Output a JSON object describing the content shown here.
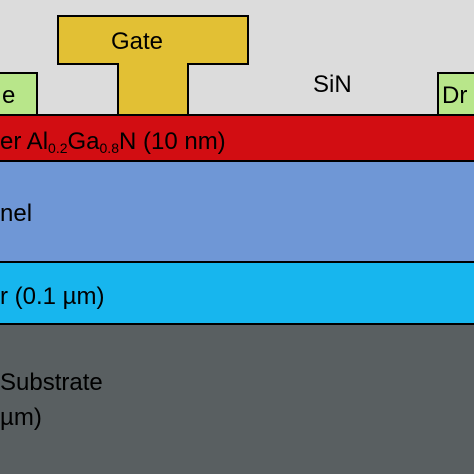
{
  "colors": {
    "passivation": "#dcdcdc",
    "gate": "#e2c034",
    "contacts": "#b8e68a",
    "barrier": "#d20d12",
    "channel": "#6f97d6",
    "buffer": "#17b6ee",
    "substrate": "#595f61"
  },
  "labels": {
    "gate": "Gate",
    "passivation": "SiN",
    "source": "e",
    "drain": "Dr",
    "barrier_prefix": "er Al",
    "barrier_sub1": "0.2",
    "barrier_mid": "Ga",
    "barrier_sub2": "0.8",
    "barrier_suffix": "N (10 nm)",
    "channel": "nel",
    "buffer": "r (0.1 µm)",
    "substrate_line1": "Substrate",
    "substrate_line2": "µm)"
  }
}
